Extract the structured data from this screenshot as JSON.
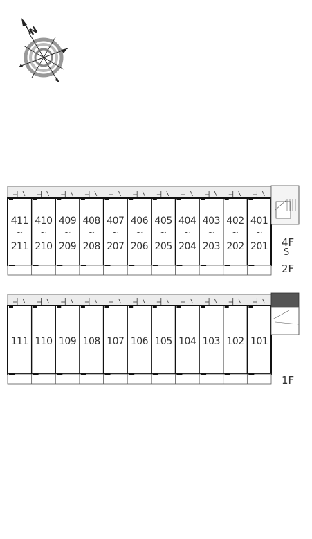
{
  "compass": {
    "north_marker": "N"
  },
  "upper_block": {
    "top_floor_units": [
      "411",
      "410",
      "409",
      "408",
      "407",
      "406",
      "405",
      "404",
      "403",
      "402",
      "401"
    ],
    "bottom_floor_units": [
      "211",
      "210",
      "209",
      "208",
      "207",
      "206",
      "205",
      "204",
      "203",
      "202",
      "201"
    ],
    "range_mark": "~",
    "floor_top": "4F",
    "floor_range_mark": "S",
    "floor_bottom": "2F"
  },
  "lower_block": {
    "units": [
      "111",
      "110",
      "109",
      "108",
      "107",
      "106",
      "105",
      "104",
      "103",
      "102",
      "101"
    ],
    "floor": "1F"
  },
  "colors": {
    "line": "#222222",
    "corridor": "#ececec",
    "stair_fill": "#f4f4f4",
    "compass_ring": "#999999"
  },
  "icons": [
    "compass-rose-icon",
    "north-arrow-icon",
    "stairs-icon"
  ]
}
